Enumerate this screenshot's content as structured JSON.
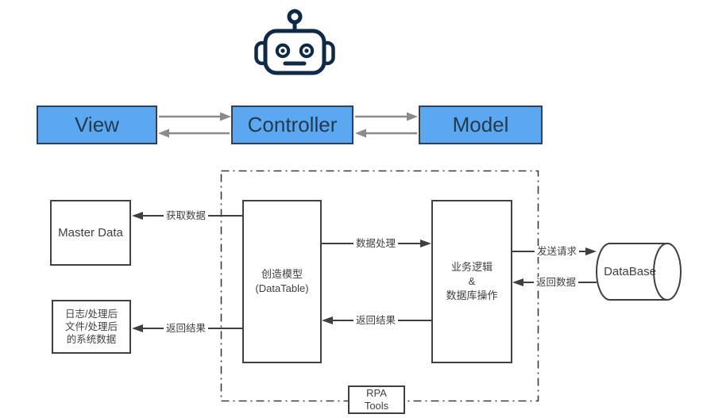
{
  "colors": {
    "blue_fill": "#5BA8F0",
    "blue_border": "#2F4255",
    "mvc_text": "#223A52",
    "gray_arrow": "#8A8A8A",
    "line_dark": "#3F3F3F",
    "robot_navy": "#0E2A47"
  },
  "mvc_boxes": [
    {
      "label": "View"
    },
    {
      "label": "Controller"
    },
    {
      "label": "Model"
    }
  ],
  "nodes": {
    "master_data": {
      "label": "Master Data"
    },
    "output_data": {
      "lines": [
        "日志/处理后",
        "文件/处理后",
        "的系统数据"
      ]
    },
    "create_model": {
      "lines": [
        "创造模型",
        "(DataTable)"
      ]
    },
    "business_logic": {
      "lines": [
        "业务逻辑",
        "&",
        "数据库操作"
      ]
    },
    "rpa_tools": {
      "lines": [
        "RPA",
        "Tools"
      ]
    },
    "database": {
      "label": "DataBase"
    }
  },
  "edge_labels": {
    "get_data": "获取数据",
    "return_result_left": "返回结果",
    "data_process": "数据处理",
    "return_result_mid": "返回结果",
    "send_request": "发送请求",
    "return_data": "返回数据"
  }
}
